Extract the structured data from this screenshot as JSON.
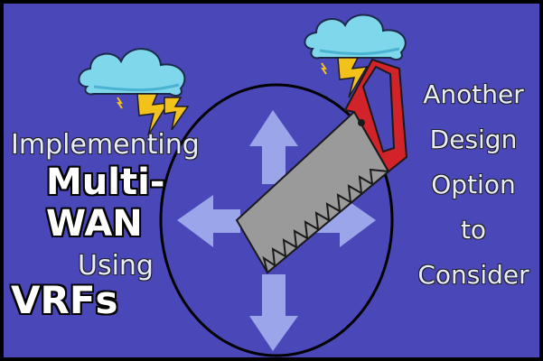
{
  "title_left": {
    "line1": "Implementing",
    "line2": "Multi-",
    "line3": "WAN",
    "line4": "Using",
    "line5": "VRFs"
  },
  "title_right": {
    "line1": "Another",
    "line2": "Design",
    "line3": "Option",
    "line4": "to",
    "line5": "Consider"
  },
  "colors": {
    "background": "#4a47b8",
    "cloud": "#7fd7ec",
    "bolt": "#f2c21b",
    "saw_blade": "#9a9a9a",
    "saw_handle": "#d2232a",
    "arrows": "#a9b6f2"
  },
  "icons": [
    "storm-cloud-icon",
    "lightning-bolt-icon",
    "router-arrows-icon",
    "hand-saw-icon"
  ]
}
